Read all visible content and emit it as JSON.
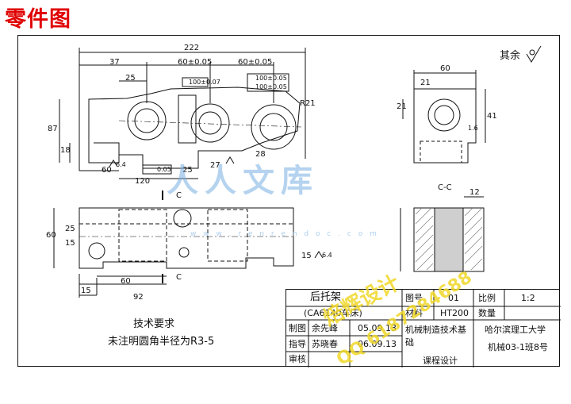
{
  "header": {
    "title": "零件图"
  },
  "symbols": {
    "roughness_rest": "其余"
  },
  "dimensions": [
    "222",
    "37",
    "60±0.05",
    "60±0.05",
    "25",
    "100±0.07",
    "100±0.05",
    "100±0.05",
    "R21",
    "87",
    "18",
    "60",
    "120",
    "25",
    "27",
    "28",
    "6.4",
    "0.05",
    "60",
    "41",
    "21",
    "21",
    "1.6",
    "C",
    "C",
    "60",
    "25",
    "15",
    "15",
    "60",
    "92",
    "15",
    "C-C",
    "12",
    "6.4"
  ],
  "notes": {
    "tech_req_title": "技术要求",
    "tech_req_text": "未注明圆角半径为R3-5"
  },
  "title_block": {
    "part_name": "后托架",
    "part_code": "(CA6140车床)",
    "drawing_no_label": "图号",
    "drawing_no": "01",
    "scale_label": "比例",
    "scale": "1:2",
    "material_label": "材料",
    "material": "HT200",
    "quantity_label": "数量",
    "designer_label": "制图",
    "designer": "余先峰",
    "design_date": "05.09.13",
    "instructor_label": "指导",
    "instructor": "苏晓春",
    "instructor_date": "06.09.13",
    "review_label": "审核",
    "course_line1": "机械制造技术基",
    "course_line2": "础",
    "course_line3": "课程设计",
    "school": "哈尔滨理工大学",
    "class": "机械03-1班8号"
  },
  "watermark": {
    "site": "人人文库",
    "url": "w w w . r e n r e n d o c . c o m",
    "stamp1": "焙辉设计",
    "stamp2": "QQ 6187284688"
  }
}
